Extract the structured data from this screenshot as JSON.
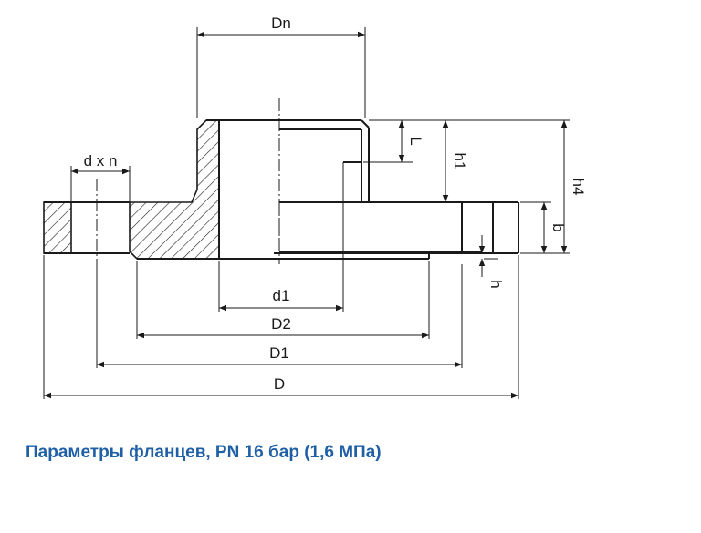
{
  "colors": {
    "caption": "#1f5fa6",
    "lines": "#1a1a1a",
    "background": "#ffffff"
  },
  "labels": {
    "Dn": "Dn",
    "dxn": "d x n",
    "L": "L",
    "h1": "h1",
    "h4": "h4",
    "b": "b",
    "h": "h",
    "d1": "d1",
    "D2": "D2",
    "D1": "D1",
    "D": "D"
  },
  "caption": "Параметры фланцев, PN 16 бар (1,6 МПа)"
}
